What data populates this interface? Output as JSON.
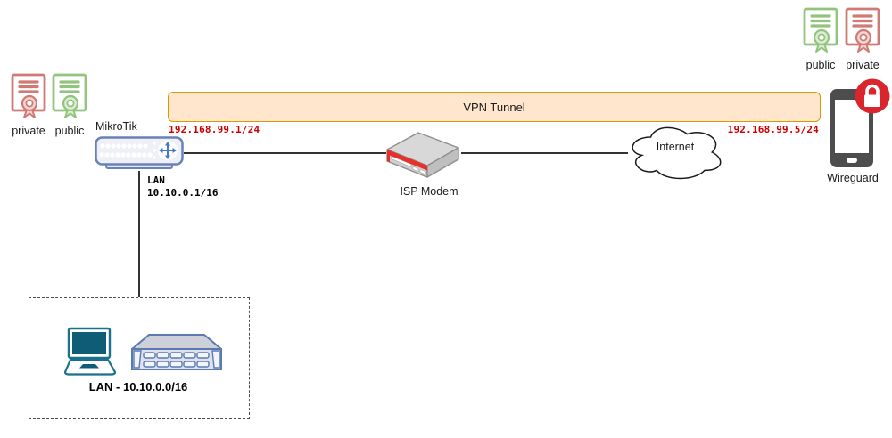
{
  "certs_left": {
    "first": "private",
    "second": "public"
  },
  "certs_right": {
    "first": "public",
    "second": "private"
  },
  "tunnel": {
    "label": "VPN Tunnel",
    "router_ip": "192.168.99.1/24",
    "peer_ip": "192.168.99.5/24"
  },
  "nodes": {
    "router": {
      "label": "MikroTik"
    },
    "modem": {
      "label": "ISP Modem"
    },
    "internet": {
      "label": "Internet"
    },
    "phone": {
      "label": "Wireguard"
    }
  },
  "lan": {
    "iface": "LAN",
    "iface_ip": "10.10.0.1/16",
    "network": "LAN - 10.10.0.0/16"
  },
  "colors": {
    "tunnel_fill": "#ffe6cc",
    "tunnel_stroke": "#d79b00",
    "ip_text": "#cc0000",
    "cert_red": "#d07a76",
    "cert_green": "#93c47d",
    "router_stroke": "#6881b8",
    "modem_accent": "#e63029",
    "lock_badge": "#d9252e",
    "phone_body": "#4d4d4d",
    "laptop_teal": "#0f5c77",
    "server_stroke": "#5b7bb0"
  },
  "icons": {
    "certificate": "diploma sheet with seal ribbon",
    "router": "rack switch with 4-way arrows",
    "modem": "isometric modem box with red stripe",
    "cloud": "internet cloud outline",
    "phone": "smartphone",
    "lock": "padlock badge",
    "laptop": "laptop",
    "server": "rack server"
  }
}
